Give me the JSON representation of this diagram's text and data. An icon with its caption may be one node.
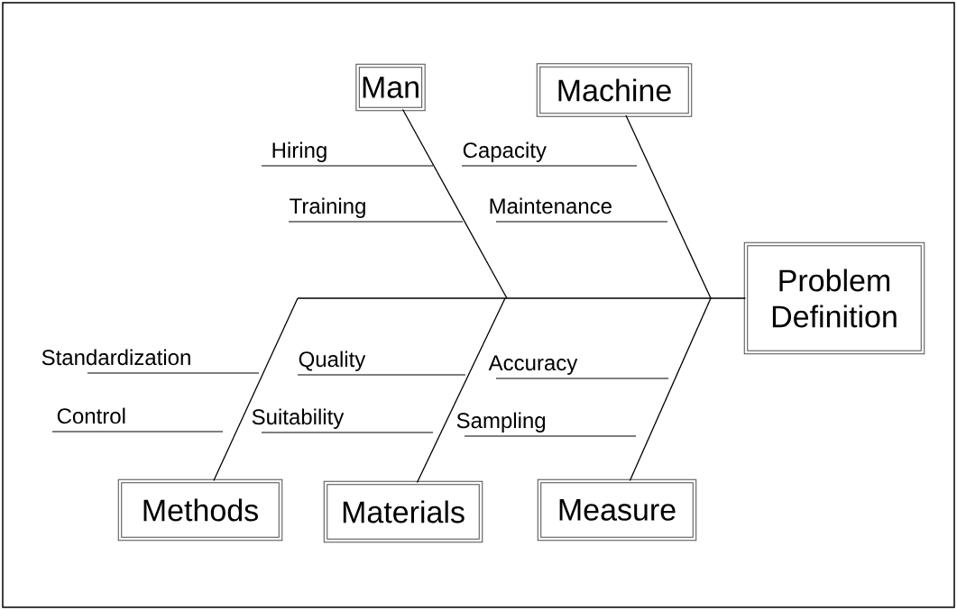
{
  "diagram": {
    "nodes": [
      {
        "text": [
          "Man"
        ]
      },
      {
        "text": [
          "Machine"
        ]
      },
      {
        "text": [
          "Problem Definition"
        ]
      },
      {
        "text": [
          "Methods"
        ]
      },
      {
        "text": [
          "Materials"
        ]
      },
      {
        "text": [
          "Measure"
        ]
      }
    ],
    "edges": [
      {
        "from": null,
        "to": 2,
        "arrow": "none"
      },
      {
        "from": 0,
        "to": null,
        "arrow": "none"
      },
      {
        "from": 1,
        "to": null,
        "arrow": "none"
      },
      {
        "from": 3,
        "to": null,
        "arrow": "none"
      },
      {
        "from": 4,
        "to": null,
        "arrow": "none"
      },
      {
        "from": 5,
        "to": null,
        "arrow": "none"
      }
    ],
    "labels": [
      "Hiring",
      "Capacity",
      "Training",
      "Maintenance",
      "Standardization",
      "Quality",
      "Accuracy",
      "Control",
      "Suitability",
      "Sampling"
    ]
  }
}
